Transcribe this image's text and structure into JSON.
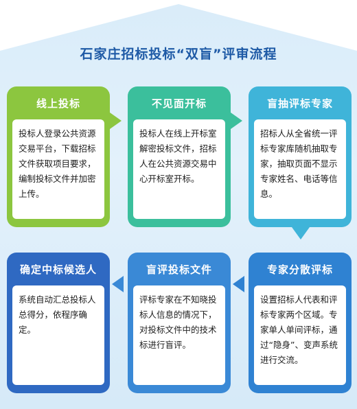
{
  "title": "石家庄招标投标“双盲”评审流程",
  "colors": {
    "step1": "#8cc63f",
    "step2": "#3bbf9c",
    "step3": "#3fb4d9",
    "step4": "#2f82d2",
    "step5": "#3a89d6",
    "step6": "#2f69c2",
    "title": "#1e5aa6"
  },
  "steps": [
    {
      "title": "线上投标",
      "text": "投标人登录公共资源交易平台，下载招标文件获取项目要求，编制投标文件并加密上传。"
    },
    {
      "title": "不见面开标",
      "text": "投标人在线上开标室解密投标文件，招标人在公共资源交易中心开标室开标。"
    },
    {
      "title": "盲抽评标专家",
      "text": "招标人从全省统一评标专家库随机抽取专家，抽取页面不显示专家姓名、电话等信息。"
    },
    {
      "title": "专家分散评标",
      "text": "设置招标人代表和评标专家两个区域。专家单人单间评标，通过“隐身”、变声系统进行交流。"
    },
    {
      "title": "盲评投标文件",
      "text": "评标专家在不知晓投标人信息的情况下，对投标文件中的技术标进行盲评。"
    },
    {
      "title": "确定中标候选人",
      "text": "系统自动汇总投标人总得分，依程序确定。"
    }
  ]
}
